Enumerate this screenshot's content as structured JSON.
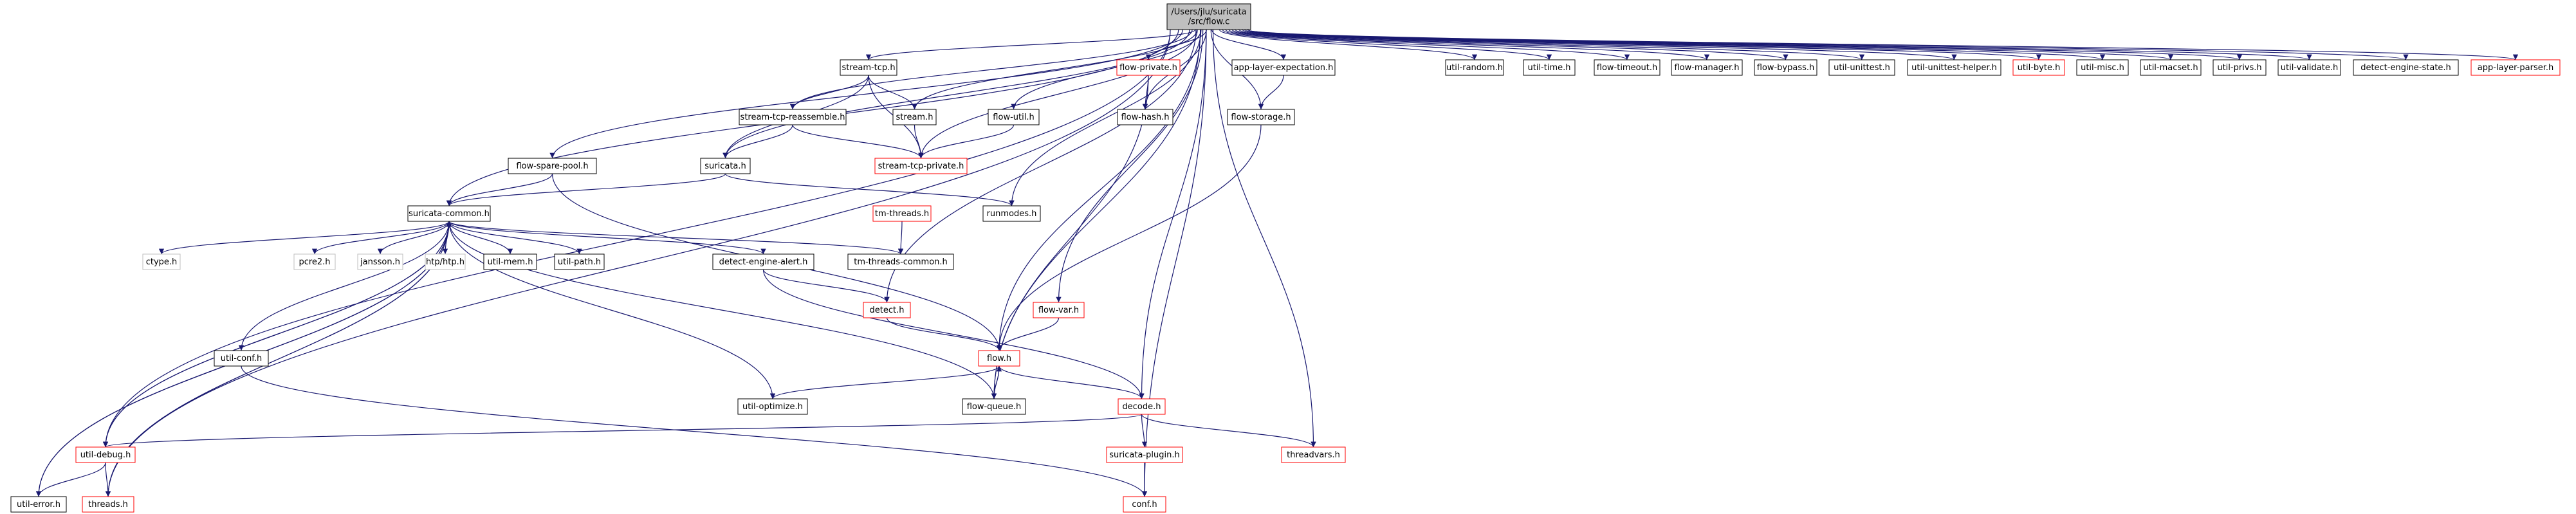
{
  "colors": {
    "edge": "#191970",
    "border_normal": "#000000",
    "border_missing": "#ff0000",
    "border_system": "#bfbfbf",
    "root_fill": "#bfbfbf",
    "node_fill": "#ffffff",
    "text": "#000000"
  },
  "nodes": {
    "root": {
      "lines": [
        "/Users/jlu/suricata",
        "/src/flow.c"
      ]
    },
    "streamtcp": {
      "lines": [
        "stream-tcp.h"
      ]
    },
    "flowprivate": {
      "lines": [
        "flow-private.h"
      ]
    },
    "applayerexp": {
      "lines": [
        "app-layer-expectation.h"
      ]
    },
    "utilrandom": {
      "lines": [
        "util-random.h"
      ]
    },
    "utiltime": {
      "lines": [
        "util-time.h"
      ]
    },
    "flowtimeout": {
      "lines": [
        "flow-timeout.h"
      ]
    },
    "flowmanager": {
      "lines": [
        "flow-manager.h"
      ]
    },
    "flowbypass": {
      "lines": [
        "flow-bypass.h"
      ]
    },
    "utilunittest": {
      "lines": [
        "util-unittest.h"
      ]
    },
    "utilunithelper": {
      "lines": [
        "util-unittest-helper.h"
      ]
    },
    "utilbyte": {
      "lines": [
        "util-byte.h"
      ]
    },
    "utilmisc": {
      "lines": [
        "util-misc.h"
      ]
    },
    "utilmacset": {
      "lines": [
        "util-macset.h"
      ]
    },
    "utilprivs": {
      "lines": [
        "util-privs.h"
      ]
    },
    "utilvalidate": {
      "lines": [
        "util-validate.h"
      ]
    },
    "detectstate": {
      "lines": [
        "detect-engine-state.h"
      ]
    },
    "applayerparser": {
      "lines": [
        "app-layer-parser.h"
      ]
    },
    "streamtcpreasm": {
      "lines": [
        "stream-tcp-reassemble.h"
      ]
    },
    "streamh": {
      "lines": [
        "stream.h"
      ]
    },
    "flowutil": {
      "lines": [
        "flow-util.h"
      ]
    },
    "flowhash": {
      "lines": [
        "flow-hash.h"
      ]
    },
    "flowstorage": {
      "lines": [
        "flow-storage.h"
      ]
    },
    "flowsparepool": {
      "lines": [
        "flow-spare-pool.h"
      ]
    },
    "suricatah": {
      "lines": [
        "suricata.h"
      ]
    },
    "streamtcppriv": {
      "lines": [
        "stream-tcp-private.h"
      ]
    },
    "tmthreads": {
      "lines": [
        "tm-threads.h"
      ]
    },
    "runmodes": {
      "lines": [
        "runmodes.h"
      ]
    },
    "suricatacommon": {
      "lines": [
        "suricata-common.h"
      ]
    },
    "ctype": {
      "lines": [
        "ctype.h"
      ]
    },
    "pcre2": {
      "lines": [
        "pcre2.h"
      ]
    },
    "jansson": {
      "lines": [
        "jansson.h"
      ]
    },
    "htp": {
      "lines": [
        "htp/htp.h"
      ]
    },
    "utilmem": {
      "lines": [
        "util-mem.h"
      ]
    },
    "utilpath": {
      "lines": [
        "util-path.h"
      ]
    },
    "detectalert": {
      "lines": [
        "detect-engine-alert.h"
      ]
    },
    "tmthreadscommon": {
      "lines": [
        "tm-threads-common.h"
      ]
    },
    "detecth": {
      "lines": [
        "detect.h"
      ]
    },
    "flowvar": {
      "lines": [
        "flow-var.h"
      ]
    },
    "flowh": {
      "lines": [
        "flow.h"
      ]
    },
    "utilconf": {
      "lines": [
        "util-conf.h"
      ]
    },
    "utiloptimize": {
      "lines": [
        "util-optimize.h"
      ]
    },
    "flowqueue": {
      "lines": [
        "flow-queue.h"
      ]
    },
    "decodeh": {
      "lines": [
        "decode.h"
      ]
    },
    "utildebug": {
      "lines": [
        "util-debug.h"
      ]
    },
    "suricataplugin": {
      "lines": [
        "suricata-plugin.h"
      ]
    },
    "threadvars": {
      "lines": [
        "threadvars.h"
      ]
    },
    "utilerror": {
      "lines": [
        "util-error.h"
      ]
    },
    "threadsh": {
      "lines": [
        "threads.h"
      ]
    },
    "confh": {
      "lines": [
        "conf.h"
      ]
    }
  },
  "edges": [
    [
      "root",
      "streamtcp"
    ],
    [
      "root",
      "flowprivate"
    ],
    [
      "root",
      "applayerexp"
    ],
    [
      "root",
      "utilrandom"
    ],
    [
      "root",
      "utiltime"
    ],
    [
      "root",
      "flowtimeout"
    ],
    [
      "root",
      "flowmanager"
    ],
    [
      "root",
      "flowbypass"
    ],
    [
      "root",
      "utilunittest"
    ],
    [
      "root",
      "utilunithelper"
    ],
    [
      "root",
      "utilbyte"
    ],
    [
      "root",
      "utilmisc"
    ],
    [
      "root",
      "utilmacset"
    ],
    [
      "root",
      "utilprivs"
    ],
    [
      "root",
      "utilvalidate"
    ],
    [
      "root",
      "detectstate"
    ],
    [
      "root",
      "applayerparser"
    ],
    [
      "root",
      "streamtcpreasm"
    ],
    [
      "root",
      "streamh"
    ],
    [
      "root",
      "flowutil"
    ],
    [
      "root",
      "flowhash"
    ],
    [
      "root",
      "flowstorage"
    ],
    [
      "root",
      "flowsparepool"
    ],
    [
      "root",
      "suricatah"
    ],
    [
      "root",
      "streamtcppriv"
    ],
    [
      "root",
      "runmodes"
    ],
    [
      "root",
      "suricatacommon"
    ],
    [
      "root",
      "flowh"
    ],
    [
      "root",
      "flowvar"
    ],
    [
      "root",
      "decodeh"
    ],
    [
      "root",
      "utildebug"
    ],
    [
      "root",
      "threadvars"
    ],
    [
      "root",
      "threadsh"
    ],
    [
      "root",
      "confh"
    ],
    [
      "root",
      "detecth"
    ],
    [
      "root",
      "flowqueue"
    ],
    [
      "streamtcp",
      "streamtcpreasm"
    ],
    [
      "streamtcp",
      "streamh"
    ],
    [
      "streamtcp",
      "streamtcppriv"
    ],
    [
      "streamtcp",
      "suricatah"
    ],
    [
      "streamtcpreasm",
      "suricatah"
    ],
    [
      "streamtcpreasm",
      "streamtcppriv"
    ],
    [
      "streamh",
      "streamtcppriv"
    ],
    [
      "flowutil",
      "streamtcppriv"
    ],
    [
      "flowprivate",
      "flowhash"
    ],
    [
      "flowprivate",
      "flowqueue"
    ],
    [
      "applayerexp",
      "flowstorage"
    ],
    [
      "flowstorage",
      "flowh"
    ],
    [
      "flowsparepool",
      "suricatacommon"
    ],
    [
      "flowsparepool",
      "flowh"
    ],
    [
      "suricatah",
      "suricatacommon"
    ],
    [
      "suricatah",
      "runmodes"
    ],
    [
      "tmthreads",
      "tmthreadscommon"
    ],
    [
      "suricatacommon",
      "ctype"
    ],
    [
      "suricatacommon",
      "pcre2"
    ],
    [
      "suricatacommon",
      "jansson"
    ],
    [
      "suricatacommon",
      "htp"
    ],
    [
      "suricatacommon",
      "utilmem"
    ],
    [
      "suricatacommon",
      "utilpath"
    ],
    [
      "suricatacommon",
      "detectalert"
    ],
    [
      "suricatacommon",
      "tmthreadscommon"
    ],
    [
      "suricatacommon",
      "utilconf"
    ],
    [
      "suricatacommon",
      "utiloptimize"
    ],
    [
      "suricatacommon",
      "utilerror"
    ],
    [
      "suricatacommon",
      "threadsh"
    ],
    [
      "suricatacommon",
      "utildebug"
    ],
    [
      "suricatacommon",
      "flowqueue"
    ],
    [
      "detectalert",
      "detecth"
    ],
    [
      "detectalert",
      "decodeh"
    ],
    [
      "detecth",
      "flowh"
    ],
    [
      "flowvar",
      "flowh"
    ],
    [
      "flowh",
      "utiloptimize"
    ],
    [
      "flowh",
      "flowqueue"
    ],
    [
      "flowh",
      "decodeh"
    ],
    [
      "flowqueue",
      "flowh"
    ],
    [
      "decodeh",
      "suricataplugin"
    ],
    [
      "decodeh",
      "threadvars"
    ],
    [
      "decodeh",
      "utildebug"
    ],
    [
      "suricataplugin",
      "confh"
    ],
    [
      "utilconf",
      "confh"
    ],
    [
      "utildebug",
      "utilerror"
    ],
    [
      "utildebug",
      "threadsh"
    ],
    [
      "utildebug",
      "suricatacommon"
    ],
    [
      "threadsh",
      "suricatacommon"
    ],
    [
      "utilerror",
      "suricatacommon"
    ]
  ]
}
